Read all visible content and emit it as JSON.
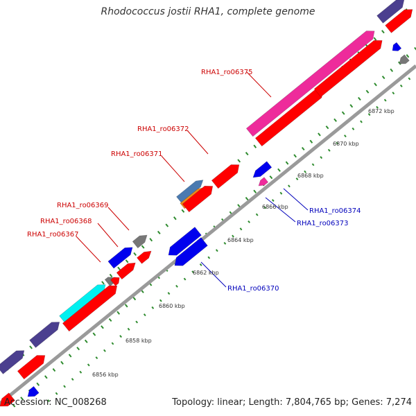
{
  "title": "Rhodococcus jostii RHA1, complete genome",
  "accession": "Accession: NC_008268",
  "summary": "Topology: linear; Length: 7,804,765 bp; Genes: 7,274",
  "colors": {
    "background": "#ffffff",
    "backbone": "#9a9a9a",
    "tick_green": "#2e8b2e",
    "label_red": "#cc0000",
    "label_blue": "#0000bb",
    "red": "#ff0000",
    "magenta": "#ee2b9b",
    "purple": "#4b3f8f",
    "cyan": "#00f0f0",
    "blue": "#0000ee",
    "gray": "#777777",
    "steelblue": "#4a7ab0",
    "orange": "#ee8a1a"
  },
  "kbp_labels": [
    "6856 kbp",
    "6858 kbp",
    "6860 kbp",
    "6862 kbp",
    "6864 kbp",
    "6866 kbp",
    "6868 kbp",
    "6870 kbp",
    "6872 kbp"
  ],
  "gene_labels": [
    {
      "text": "RHA1_ro06375",
      "color": "red"
    },
    {
      "text": "RHA1_ro06372",
      "color": "red"
    },
    {
      "text": "RHA1_ro06371",
      "color": "red"
    },
    {
      "text": "RHA1_ro06369",
      "color": "red"
    },
    {
      "text": "RHA1_ro06368",
      "color": "red"
    },
    {
      "text": "RHA1_ro06367",
      "color": "red"
    },
    {
      "text": "RHA1_ro06374",
      "color": "blue"
    },
    {
      "text": "RHA1_ro06373",
      "color": "blue"
    },
    {
      "text": "RHA1_ro06370",
      "color": "blue"
    }
  ]
}
